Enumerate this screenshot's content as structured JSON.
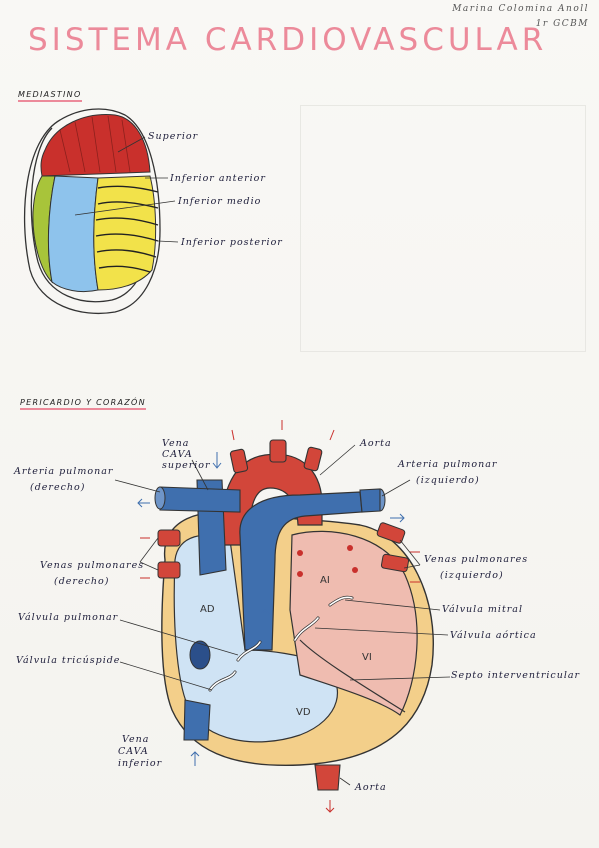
{
  "title": "SISTEMA CARDIOVASCULAR",
  "author": {
    "name": "Marina Colomina Anoll",
    "course": "1r GCBM"
  },
  "sections": {
    "mediastino": {
      "heading": "MEDIASTINO",
      "labels": {
        "superior": "Superior",
        "inferior_anterior": "Inferior anterior",
        "inferior_medio": "Inferior medio",
        "inferior_posterior": "Inferior posterior"
      },
      "colors": {
        "superior": "#c9302c",
        "anterior": "#a8c43a",
        "medio": "#8ec3ec",
        "posterior": "#f2e24a"
      }
    },
    "pericardio": {
      "heading": "PERICARDIO Y CORAZÓN",
      "labels": {
        "vena_cava_superior": [
          "Vena",
          "CAVA",
          "superior"
        ],
        "aorta_top": "Aorta",
        "arteria_pulmonar_derecha": [
          "Arteria pulmonar",
          "(derecho)"
        ],
        "arteria_pulmonar_izquierda": [
          "Arteria pulmonar",
          "(izquierdo)"
        ],
        "venas_pulmonares_derecho": [
          "Venas pulmonares",
          "(derecho)"
        ],
        "venas_pulmonares_izquierdo": [
          "Venas pulmonares",
          "(izquierdo)"
        ],
        "valvula_pulmonar": "Válvula pulmonar",
        "valvula_tricuspide": "Válvula tricúspide",
        "valvula_mitral": "Válvula mitral",
        "valvula_aortica": "Válvula aórtica",
        "septo": "Septo interventricular",
        "vena_cava_inferior": [
          "Vena",
          "CAVA",
          "inferior"
        ],
        "aorta_bottom": "Aorta"
      },
      "chambers": {
        "ad": "AD",
        "ai": "AI",
        "vd": "VD",
        "vi": "VI"
      },
      "colors": {
        "venous": "#3f6fae",
        "arterial": "#d2463a",
        "right_heart": "#cfe3f4",
        "left_heart": "#efbcb0",
        "pericardium": "#f3cf8a",
        "accent": "#ec8a9a"
      }
    }
  }
}
